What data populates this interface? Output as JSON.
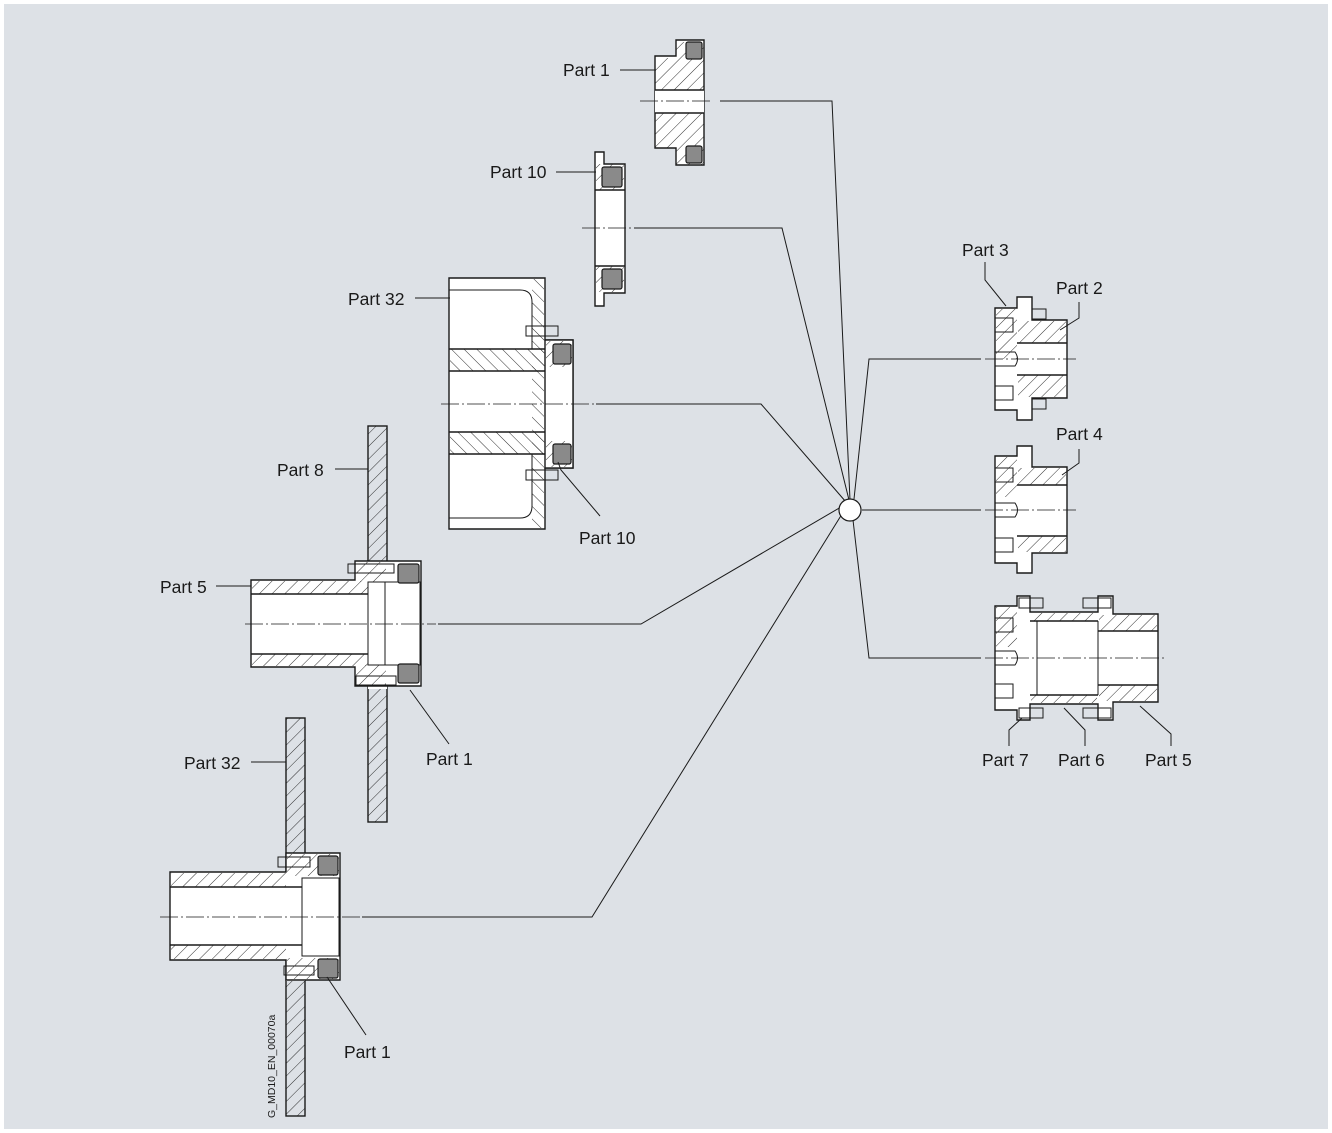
{
  "labels": {
    "top_part1": "Part 1",
    "part10_top": "Part 10",
    "part32_upper": "Part 32",
    "part10_lower": "Part 10",
    "part8": "Part 8",
    "part5_left": "Part 5",
    "part1_mid": "Part 1",
    "part32_lower": "Part 32",
    "part1_bottom": "Part 1",
    "part3": "Part 3",
    "part2": "Part 2",
    "part4": "Part 4",
    "part7": "Part 7",
    "part6": "Part 6",
    "part5_right": "Part 5"
  },
  "drawing_code": "G_MD10_EN_00070a",
  "colors": {
    "background": "#dde1e6",
    "frame": "#ffffff",
    "line": "#1a1a1a",
    "part_fill": "#ffffff",
    "seal": "#8a8a8a"
  }
}
